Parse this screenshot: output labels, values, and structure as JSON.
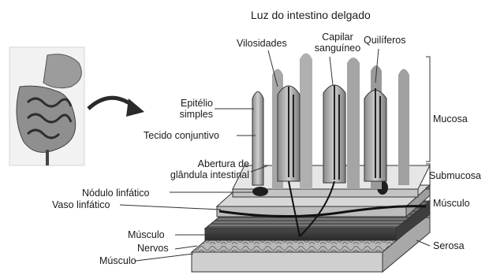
{
  "title": "Luz do intestino delgado",
  "labels": {
    "vilosidades": "Vilosidades",
    "capilar_line1": "Capilar",
    "capilar_line2": "sanguíneo",
    "quiliferos": "Quilíferos",
    "epitelio_line1": "Epitélio",
    "epitelio_line2": "simples",
    "tecido_conjuntivo": "Tecido conjuntivo",
    "abertura_line1": "Abertura de",
    "abertura_line2": "glândula intestinal",
    "nodulo": "Nódulo linfático",
    "vaso": "Vaso linfático",
    "musculo_upper": "Músculo",
    "nervos": "Nervos",
    "musculo_lower": "Músculo"
  },
  "layers": {
    "mucosa": "Mucosa",
    "submucosa": "Submucosa",
    "musculo": "Músculo",
    "serosa": "Serosa"
  },
  "icons": {
    "digestive_tract": "intestine-illustration-icon",
    "arrow": "curved-arrow-icon"
  }
}
